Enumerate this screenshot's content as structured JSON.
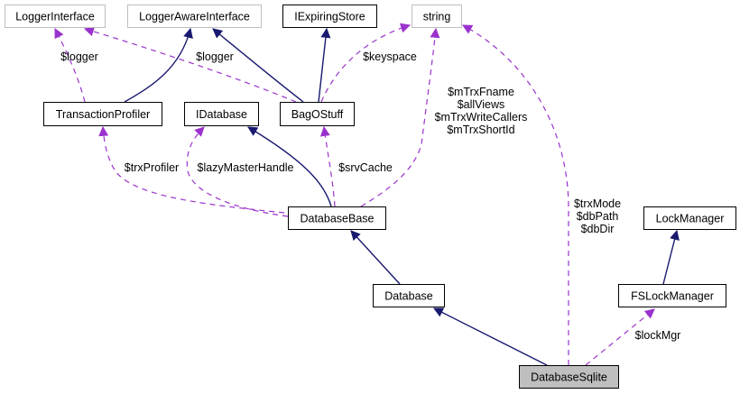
{
  "diagram": {
    "title": "DatabaseSqlite collaboration diagram",
    "colors": {
      "inherit_edge": "#191970",
      "usage_edge": "#9a32cd",
      "node_border": "#000000",
      "external_border": "#bfbfbf",
      "focus_fill": "#bfbfbf",
      "node_fill": "#ffffff"
    },
    "nodes": [
      {
        "id": "LoggerInterface",
        "label": "LoggerInterface",
        "style": "external"
      },
      {
        "id": "LoggerAwareInterface",
        "label": "LoggerAwareInterface",
        "style": "external"
      },
      {
        "id": "IExpiringStore",
        "label": "IExpiringStore",
        "style": "normal"
      },
      {
        "id": "string",
        "label": "string",
        "style": "external"
      },
      {
        "id": "TransactionProfiler",
        "label": "TransactionProfiler",
        "style": "normal"
      },
      {
        "id": "IDatabase",
        "label": "IDatabase",
        "style": "normal"
      },
      {
        "id": "BagOStuff",
        "label": "BagOStuff",
        "style": "normal"
      },
      {
        "id": "DatabaseBase",
        "label": "DatabaseBase",
        "style": "normal"
      },
      {
        "id": "LockManager",
        "label": "LockManager",
        "style": "normal"
      },
      {
        "id": "Database",
        "label": "Database",
        "style": "normal"
      },
      {
        "id": "FSLockManager",
        "label": "FSLockManager",
        "style": "normal"
      },
      {
        "id": "DatabaseSqlite",
        "label": "DatabaseSqlite",
        "style": "focus"
      }
    ],
    "edges": [
      {
        "from": "TransactionProfiler",
        "to": "LoggerInterface",
        "type": "usage",
        "label": [
          "$logger"
        ]
      },
      {
        "from": "TransactionProfiler",
        "to": "LoggerAwareInterface",
        "type": "inherit",
        "label": []
      },
      {
        "from": "BagOStuff",
        "to": "LoggerInterface",
        "type": "usage",
        "label": [
          "$logger"
        ]
      },
      {
        "from": "BagOStuff",
        "to": "LoggerAwareInterface",
        "type": "inherit",
        "label": []
      },
      {
        "from": "BagOStuff",
        "to": "IExpiringStore",
        "type": "inherit",
        "label": []
      },
      {
        "from": "BagOStuff",
        "to": "string",
        "type": "usage",
        "label": [
          "$keyspace"
        ]
      },
      {
        "from": "DatabaseBase",
        "to": "TransactionProfiler",
        "type": "usage",
        "label": [
          "$trxProfiler"
        ]
      },
      {
        "from": "DatabaseBase",
        "to": "IDatabase",
        "type": "usage",
        "label": [
          "$lazyMasterHandle"
        ]
      },
      {
        "from": "DatabaseBase",
        "to": "IDatabase",
        "type": "inherit",
        "label": []
      },
      {
        "from": "DatabaseBase",
        "to": "BagOStuff",
        "type": "usage",
        "label": [
          "$srvCache"
        ]
      },
      {
        "from": "DatabaseBase",
        "to": "string",
        "type": "usage",
        "label": [
          "$mTrxFname",
          "$allViews",
          "$mTrxWriteCallers",
          "$mTrxShortId"
        ]
      },
      {
        "from": "Database",
        "to": "DatabaseBase",
        "type": "inherit",
        "label": []
      },
      {
        "from": "FSLockManager",
        "to": "LockManager",
        "type": "inherit",
        "label": []
      },
      {
        "from": "DatabaseSqlite",
        "to": "Database",
        "type": "inherit",
        "label": []
      },
      {
        "from": "DatabaseSqlite",
        "to": "string",
        "type": "usage",
        "label": [
          "$trxMode",
          "$dbPath",
          "$dbDir"
        ]
      },
      {
        "from": "DatabaseSqlite",
        "to": "FSLockManager",
        "type": "usage",
        "label": [
          "$lockMgr"
        ]
      }
    ]
  }
}
